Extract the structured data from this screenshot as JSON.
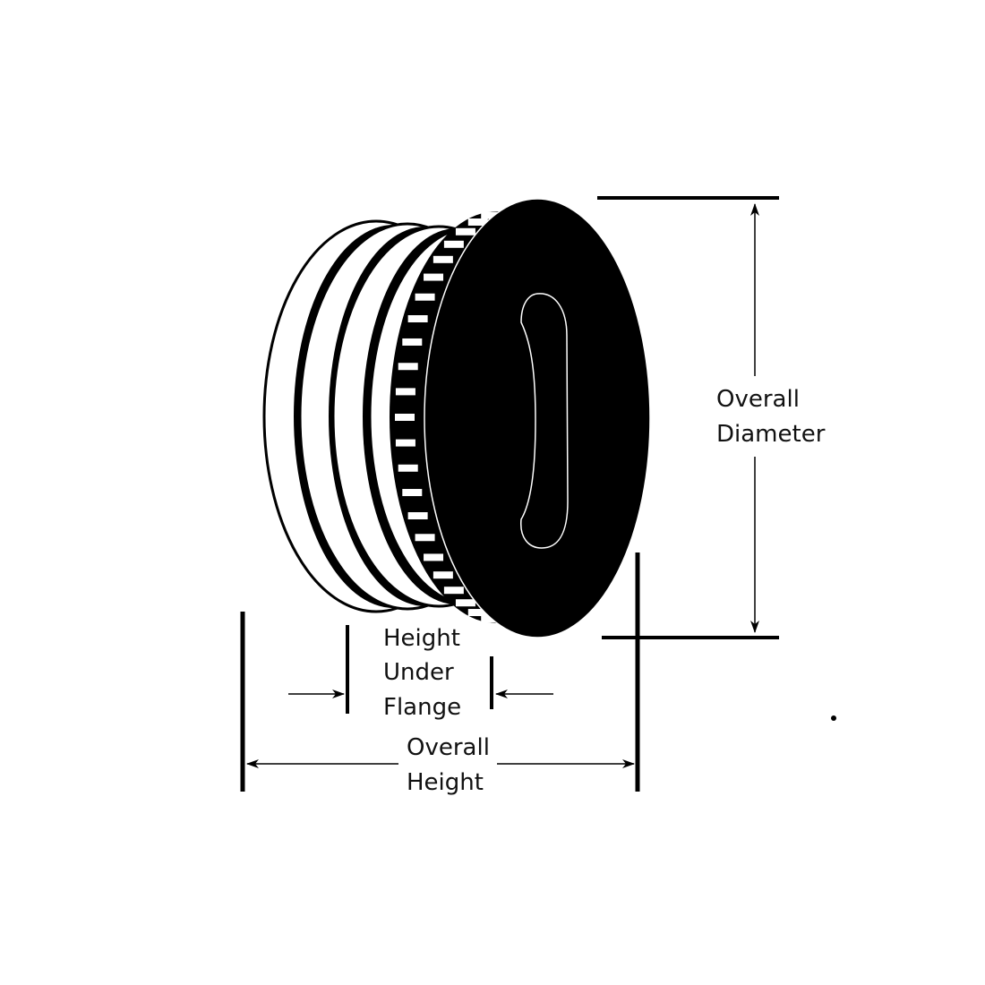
{
  "labels": {
    "overall_diameter": [
      "Overall",
      "Diameter"
    ],
    "height_under_flange": [
      "Height",
      "Under",
      "Flange"
    ],
    "overall_height": [
      "Overall",
      "Height"
    ]
  },
  "colors": {
    "ink": "#000000",
    "paper": "#ffffff"
  }
}
